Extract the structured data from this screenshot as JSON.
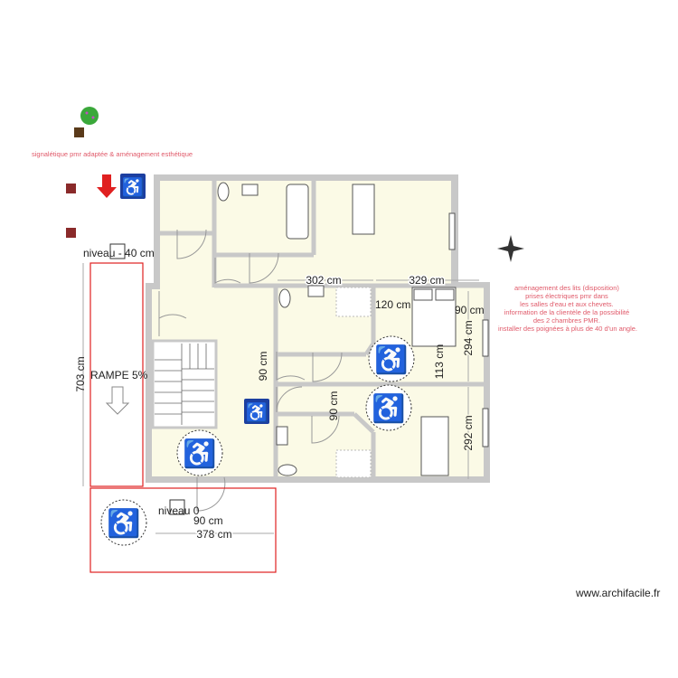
{
  "plan": {
    "note_top": "signalétique pmr adaptée & aménagement esthétique",
    "note_right": [
      "aménagement des lits (disposition)",
      "prises électriques pmr dans",
      "les salles d'eau et aux chevets.",
      "information de la clientèle de la possibilité",
      "des 2 chambres PMR.",
      "installer des poignées à plus de 40 d'un angle."
    ],
    "level_upper": "niveau - 40 cm",
    "level_lower": "niveau 0",
    "ramp_label": "RAMPE 5%",
    "dimensions": {
      "ramp_length": "703 cm",
      "width_1": "302 cm",
      "width_2": "329 cm",
      "d_120": "120 cm",
      "d_90_a": "90 cm",
      "d_294": "294 cm",
      "d_113": "113 cm",
      "d_90_b": "90 cm",
      "d_90_c": "90 cm",
      "d_292": "292 cm",
      "d_90_d": "90 cm",
      "d_378": "378 cm"
    },
    "watermark": "www.archifacile.fr",
    "colors": {
      "wall": "#c8c8c8",
      "floor": "#fbfae6",
      "note": "#e05a6a",
      "ramp": "#e02020",
      "sign": "#1c3fa0"
    }
  }
}
